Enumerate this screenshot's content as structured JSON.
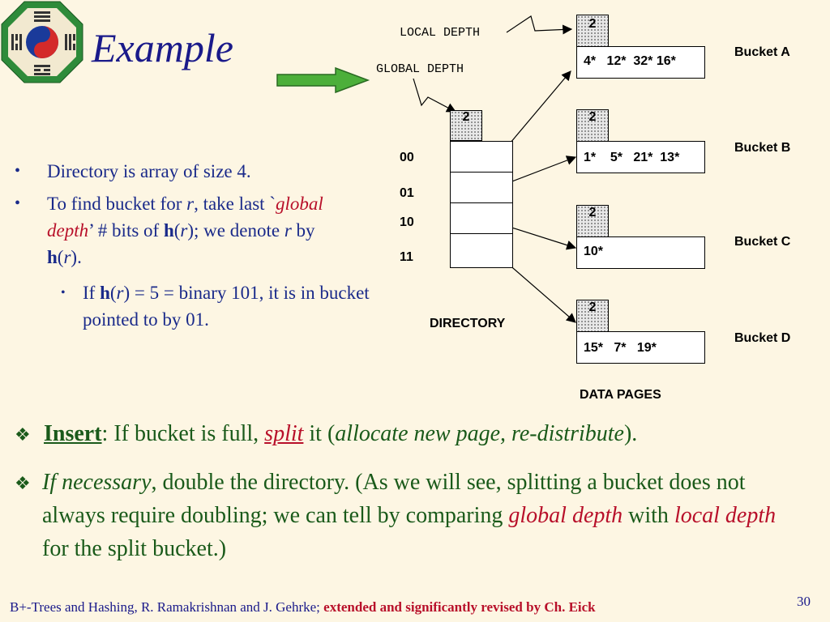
{
  "slide": {
    "title": "Example",
    "page_number": "30"
  },
  "diagram": {
    "local_depth_label": "LOCAL DEPTH",
    "global_depth_label": "GLOBAL DEPTH",
    "global_depth_value": "2",
    "directory_label": "DIRECTORY",
    "data_pages_label": "DATA PAGES",
    "directory_entries": [
      "00",
      "01",
      "10",
      "11"
    ],
    "buckets": [
      {
        "name": "Bucket A",
        "local_depth": "2",
        "contents": "4*   12*  32* 16*"
      },
      {
        "name": "Bucket B",
        "local_depth": "2",
        "contents": "1*    5*   21*  13*"
      },
      {
        "name": "Bucket C",
        "local_depth": "2",
        "contents": "10*"
      },
      {
        "name": "Bucket D",
        "local_depth": "2",
        "contents": "15*   7*   19*"
      }
    ]
  },
  "bullets": {
    "b1": "Directory is array of size 4.",
    "b2_a": "To find bucket for ",
    "b2_r": "r",
    "b2_b": ", take last `",
    "b2_gd": "global depth",
    "b2_c": "’ # bits of ",
    "b2_h": "h",
    "b2_d": "(",
    "b2_r2": "r",
    "b2_e": "); we denote ",
    "b2_r3": "r",
    "b2_f": " by ",
    "b2_h2": "h",
    "b2_g": "(",
    "b2_r4": "r",
    "b2_h_end": ").",
    "sub_a": "If ",
    "sub_h": "h",
    "sub_b": "(",
    "sub_r": "r",
    "sub_c": ") = 5 = binary 101,  it is in bucket pointed to by 01."
  },
  "main_points": {
    "insert_label": "Insert",
    "insert_a": ":  If bucket is full, ",
    "insert_split": "split",
    "insert_b": " it (",
    "insert_italic": "allocate new page, re-distribute",
    "insert_c": ").",
    "double_italic": "If necessary",
    "double_a": ", double the directory.  (As we will see, splitting a bucket does not always require doubling; we can tell by comparing ",
    "double_gd": "global depth",
    "double_b": " with ",
    "double_ld": "local depth",
    "double_c": " for the split bucket.)"
  },
  "footer": {
    "normal": "B+-Trees and Hashing, R. Ramakrishnan and J. Gehrke; ",
    "emphasis": "extended and significantly revised by Ch. Eick"
  },
  "colors": {
    "title": "#1a1a8a",
    "body_text": "#1a2a8a",
    "main_text": "#1a5a1a",
    "emphasis": "#b8102a",
    "arrow_green": "#4caf3a"
  }
}
